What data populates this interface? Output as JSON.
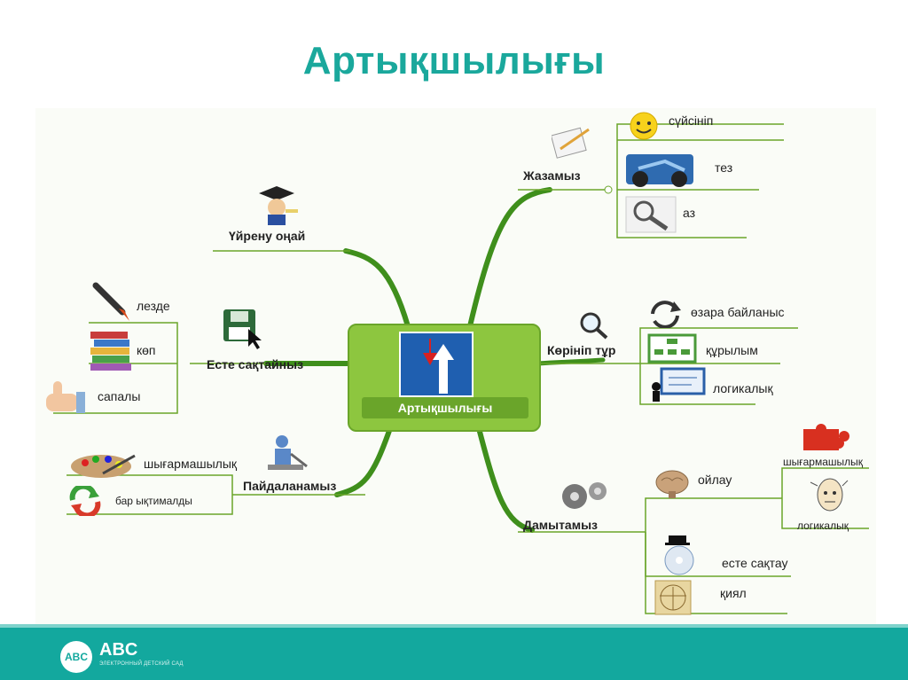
{
  "title": "Артықшылығы",
  "center": "Артықшылығы",
  "branches": {
    "zhazamyz": {
      "label": "Жазамыз",
      "items": [
        "сүйсініп",
        "тез",
        "аз"
      ]
    },
    "uirenu": {
      "label": "Үйрену оңай"
    },
    "este": {
      "label": "Есте сақтайныз",
      "items": [
        "лезде",
        "көп",
        "сапалы"
      ]
    },
    "paidalanamyz": {
      "label": "Пайдаланамыз",
      "items": [
        "шығармашылық",
        "бар ықтималды"
      ]
    },
    "korinip": {
      "label": "Көрініп тұр",
      "items": [
        "өзара байланыс",
        "құрылым",
        "логикалық"
      ]
    },
    "damytamyz": {
      "label": "Дамытамыз",
      "items": [
        "ойлау",
        "есте сақтау",
        "қиял"
      ],
      "sub": [
        "шығармашылық",
        "логикалық"
      ]
    }
  },
  "footer": {
    "logo_badge": "ABC",
    "logo_title": "ABC",
    "logo_subtitle": "ЭЛЕКТРОННЫЙ ДЕТСКИЙ САД"
  },
  "colors": {
    "title": "#1aa89c",
    "branch": "#3f8f1c",
    "center": "#8dc63f",
    "footer": "#13a89e"
  }
}
